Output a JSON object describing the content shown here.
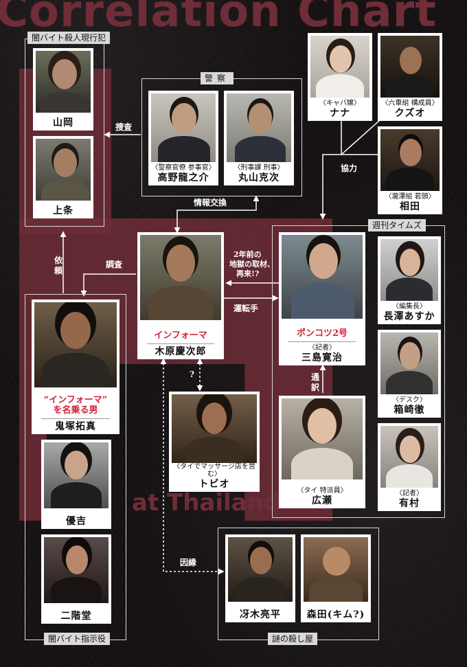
{
  "title": "Correlation Chart",
  "place": "at Thailand",
  "groups": {
    "yamibaito_jikkou": "闇バイト殺人現行犯",
    "keisatsu": "警察",
    "shukan_times": "週刊タイムズ",
    "yamibaito_shiji": "闇バイト指示役",
    "nazo_koroshiya": "謎の殺し屋"
  },
  "characters": {
    "yamaoka": {
      "name": "山岡"
    },
    "kamijo": {
      "name": "上条"
    },
    "takano": {
      "role": "〈警察官僚 参事官〉",
      "name": "高野龍之介"
    },
    "maruyama": {
      "role": "〈刑事課 刑事〉",
      "name": "丸山克次"
    },
    "nana": {
      "role": "〈キャバ嬢〉",
      "name": "ナナ"
    },
    "kuzuo": {
      "role": "〈六車組 構成員〉",
      "name": "クズオ"
    },
    "aida": {
      "role": "〈瀧澤組 若頭〉",
      "name": "相田"
    },
    "kihara": {
      "alias": "インフォーマ",
      "name": "木原慶次郎"
    },
    "mishima": {
      "alias": "ポンコツ2号",
      "role": "〈記者〉",
      "name": "三島寛治"
    },
    "nagasawa": {
      "role": "〈編集長〉",
      "name": "長澤あすか"
    },
    "hakozaki": {
      "role": "〈デスク〉",
      "name": "箱崎徹"
    },
    "arimura": {
      "role": "〈記者〉",
      "name": "有村"
    },
    "onizuka": {
      "alias_line1": "“インフォーマ”",
      "alias_line2": "を名乗る男",
      "name": "鬼塚拓真"
    },
    "tobio": {
      "role": "〈タイでマッサージ店を営む〉",
      "name": "トビオ"
    },
    "hirose": {
      "role": "〈タイ 特派員〉",
      "name": "広瀬"
    },
    "yukichi": {
      "name": "優吉"
    },
    "nikaido": {
      "name": "二階堂"
    },
    "saeki": {
      "name": "冴木亮平"
    },
    "morita": {
      "name": "森田(キム?)"
    }
  },
  "relations": {
    "sousa": "捜査",
    "jouhou_koukan": "情報交換",
    "kyouryoku": "協力",
    "irai": "依頼",
    "chousa": "調査",
    "nenmae_1": "2年前の",
    "nenmae_2": "地獄の取材、",
    "nenmae_3": "再来!?",
    "untenshu": "運転手",
    "question": "?",
    "tsuuyaku": "通訳",
    "innen": "因縁"
  },
  "colors": {
    "accent_red": "#d61f35",
    "band": "#6e2d37",
    "frame": "#d9d9d9"
  }
}
